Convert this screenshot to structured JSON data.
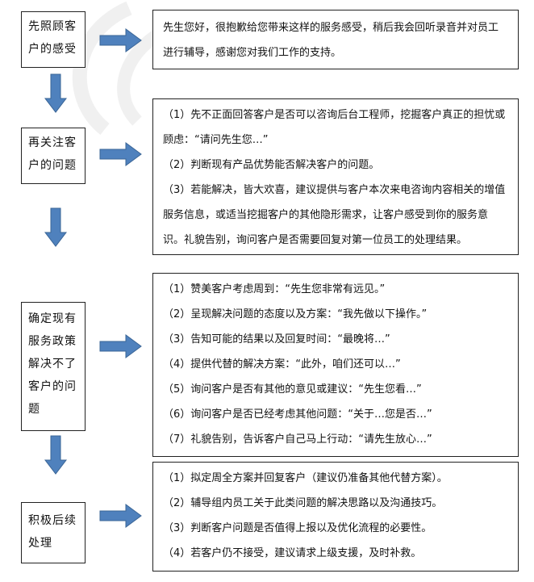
{
  "steps": [
    {
      "label": "先照顾客户的感受",
      "lines": [
        "先生您好，很抱歉给您带来这样的服务感受，稍后我会回听录音并对员工进行辅导，感谢您对我们工作的支持。"
      ]
    },
    {
      "label": "再关注客户的问题",
      "lines": [
        "（1）先不正面回答客户是否可以咨询后台工程师，挖掘客户真正的担忧或顾虑：“请问先生您…”",
        "（2）判断现有产品优势能否解决客户的问题。",
        "（3）若能解决，皆大欢喜，建议提供与客户本次来电咨询内容相关的增值服务信息，或适当挖掘客户的其他隐形需求，让客户感受到你的服务意识。礼貌告别，询问客户是否需要回复对第一位员工的处理结果。"
      ]
    },
    {
      "label": "确定现有服务政策解决不了客户的问题",
      "lines": [
        "（1）赞美客户考虑周到：“先生您非常有远见。”",
        "（2）呈现解决问题的态度以及方案：“我先做以下操作。”",
        "（3）告知可能的结果以及回复时间：“最晚将…”",
        "（4）提供代替的解决方案：“此外，咱们还可以…”",
        "（5）询问客户是否有其他的意见或建议：“先生您看…”",
        "（6）询问客户是否已经考虑其他问题：“关于…您是否…”",
        "（7）礼貌告别，告诉客户自己马上行动：“请先生放心…”"
      ]
    },
    {
      "label": "积极后续处理",
      "lines": [
        "（1）拟定周全方案并回复客户（建议仍准备其他代替方案）。",
        "（2）辅导组内员工关于此类问题的解决思路以及沟通技巧。",
        "（3）判断客户问题是否值得上报以及优化流程的必要性。",
        "（4）若客户仍不接受，建议请求上级支援，及时补救。"
      ]
    }
  ],
  "colors": {
    "arrow_fill": "#4f81bd",
    "arrow_stroke": "#3a6596",
    "border": "#222222"
  }
}
